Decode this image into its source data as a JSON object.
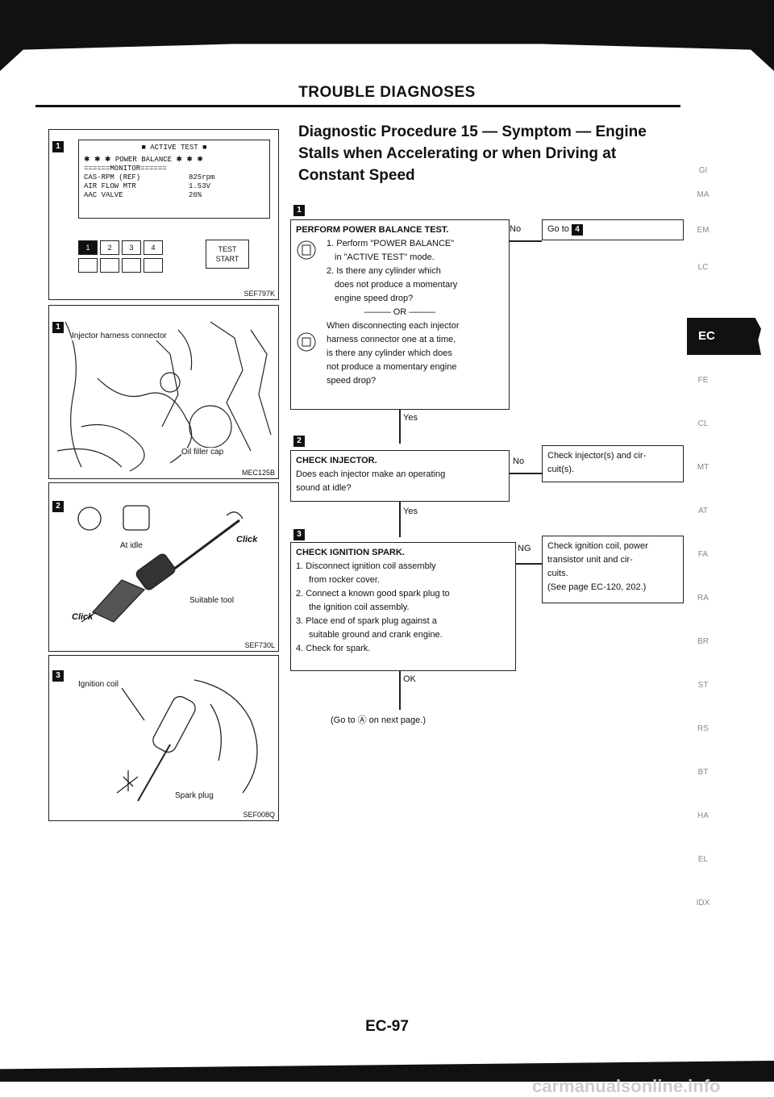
{
  "header": {
    "title": "TROUBLE DIAGNOSES"
  },
  "section": {
    "title_line1": "Diagnostic Procedure 15 — Symptom — Engine",
    "title_line2": "Stalls when Accelerating or when Driving at",
    "title_line3": "Constant Speed"
  },
  "figures": {
    "fig1": {
      "screen_title": "■ ACTIVE TEST ■",
      "line1": "✱ ✱ ✱ POWER BALANCE ✱ ✱ ✱",
      "line2": "======MONITOR======",
      "rows": [
        {
          "label": "CAS·RPM (REF)",
          "value": "825rpm"
        },
        {
          "label": "AIR FLOW MTR",
          "value": "1.53V"
        },
        {
          "label": "AAC VALVE",
          "value": "26%"
        }
      ],
      "keys": [
        "1",
        "2",
        "3",
        "4"
      ],
      "test_start": "TEST START",
      "code": "SEF797K"
    },
    "fig2": {
      "label1": "Injector harness connector",
      "label2": "Oil filler cap",
      "code": "MEC125B"
    },
    "fig3": {
      "label1": "At idle",
      "label2": "Suitable tool",
      "click1": "Click",
      "click2": "Click",
      "code": "SEF730L"
    },
    "fig4": {
      "label1": "Ignition coil",
      "label2": "Spark plug",
      "code": "SEF008Q"
    }
  },
  "flow": {
    "step1": {
      "title": "PERFORM POWER BALANCE TEST.",
      "items": [
        "1. Perform \"POWER BALANCE\"",
        "in \"ACTIVE TEST\" mode.",
        "2. Is there any cylinder which",
        "does not produce a momentary",
        "engine speed drop?"
      ],
      "or": "OR",
      "items2": [
        "When disconnecting each injector",
        "harness connector one at a time,",
        "is there any cylinder which does",
        "not produce a momentary engine",
        "speed drop?"
      ],
      "no_label": "No",
      "no_result": "Go to",
      "yes_label": "Yes"
    },
    "step2": {
      "title": "CHECK INJECTOR.",
      "items": [
        "Does each injector make an operating",
        "sound at idle?"
      ],
      "no_label": "No",
      "no_result": [
        "Check injector(s) and cir-",
        "cuit(s)."
      ],
      "yes_label": "Yes"
    },
    "step3": {
      "title": "CHECK IGNITION SPARK.",
      "items": [
        "1. Disconnect ignition coil assembly",
        "from rocker cover.",
        "2. Connect a known good spark plug to",
        "the ignition coil assembly.",
        "3. Place end of spark plug against a",
        "suitable ground and crank engine.",
        "4. Check for spark."
      ],
      "ng_label": "NG",
      "ng_result": [
        "Check ignition coil, power",
        "transistor unit and cir-",
        "cuits.",
        "(See page EC-120, 202.)"
      ],
      "ok_label": "OK",
      "next": "(Go to Ⓐ on next page.)"
    }
  },
  "side_tabs": [
    "GI",
    "MA",
    "EM",
    "LC",
    "FE",
    "CL",
    "MT",
    "AT",
    "FA",
    "RA",
    "BR",
    "ST",
    "RS",
    "BT",
    "HA",
    "EL",
    "IDX"
  ],
  "active_tab": "EC",
  "page_number": "EC-97",
  "watermark": "carmanualsonline.info"
}
